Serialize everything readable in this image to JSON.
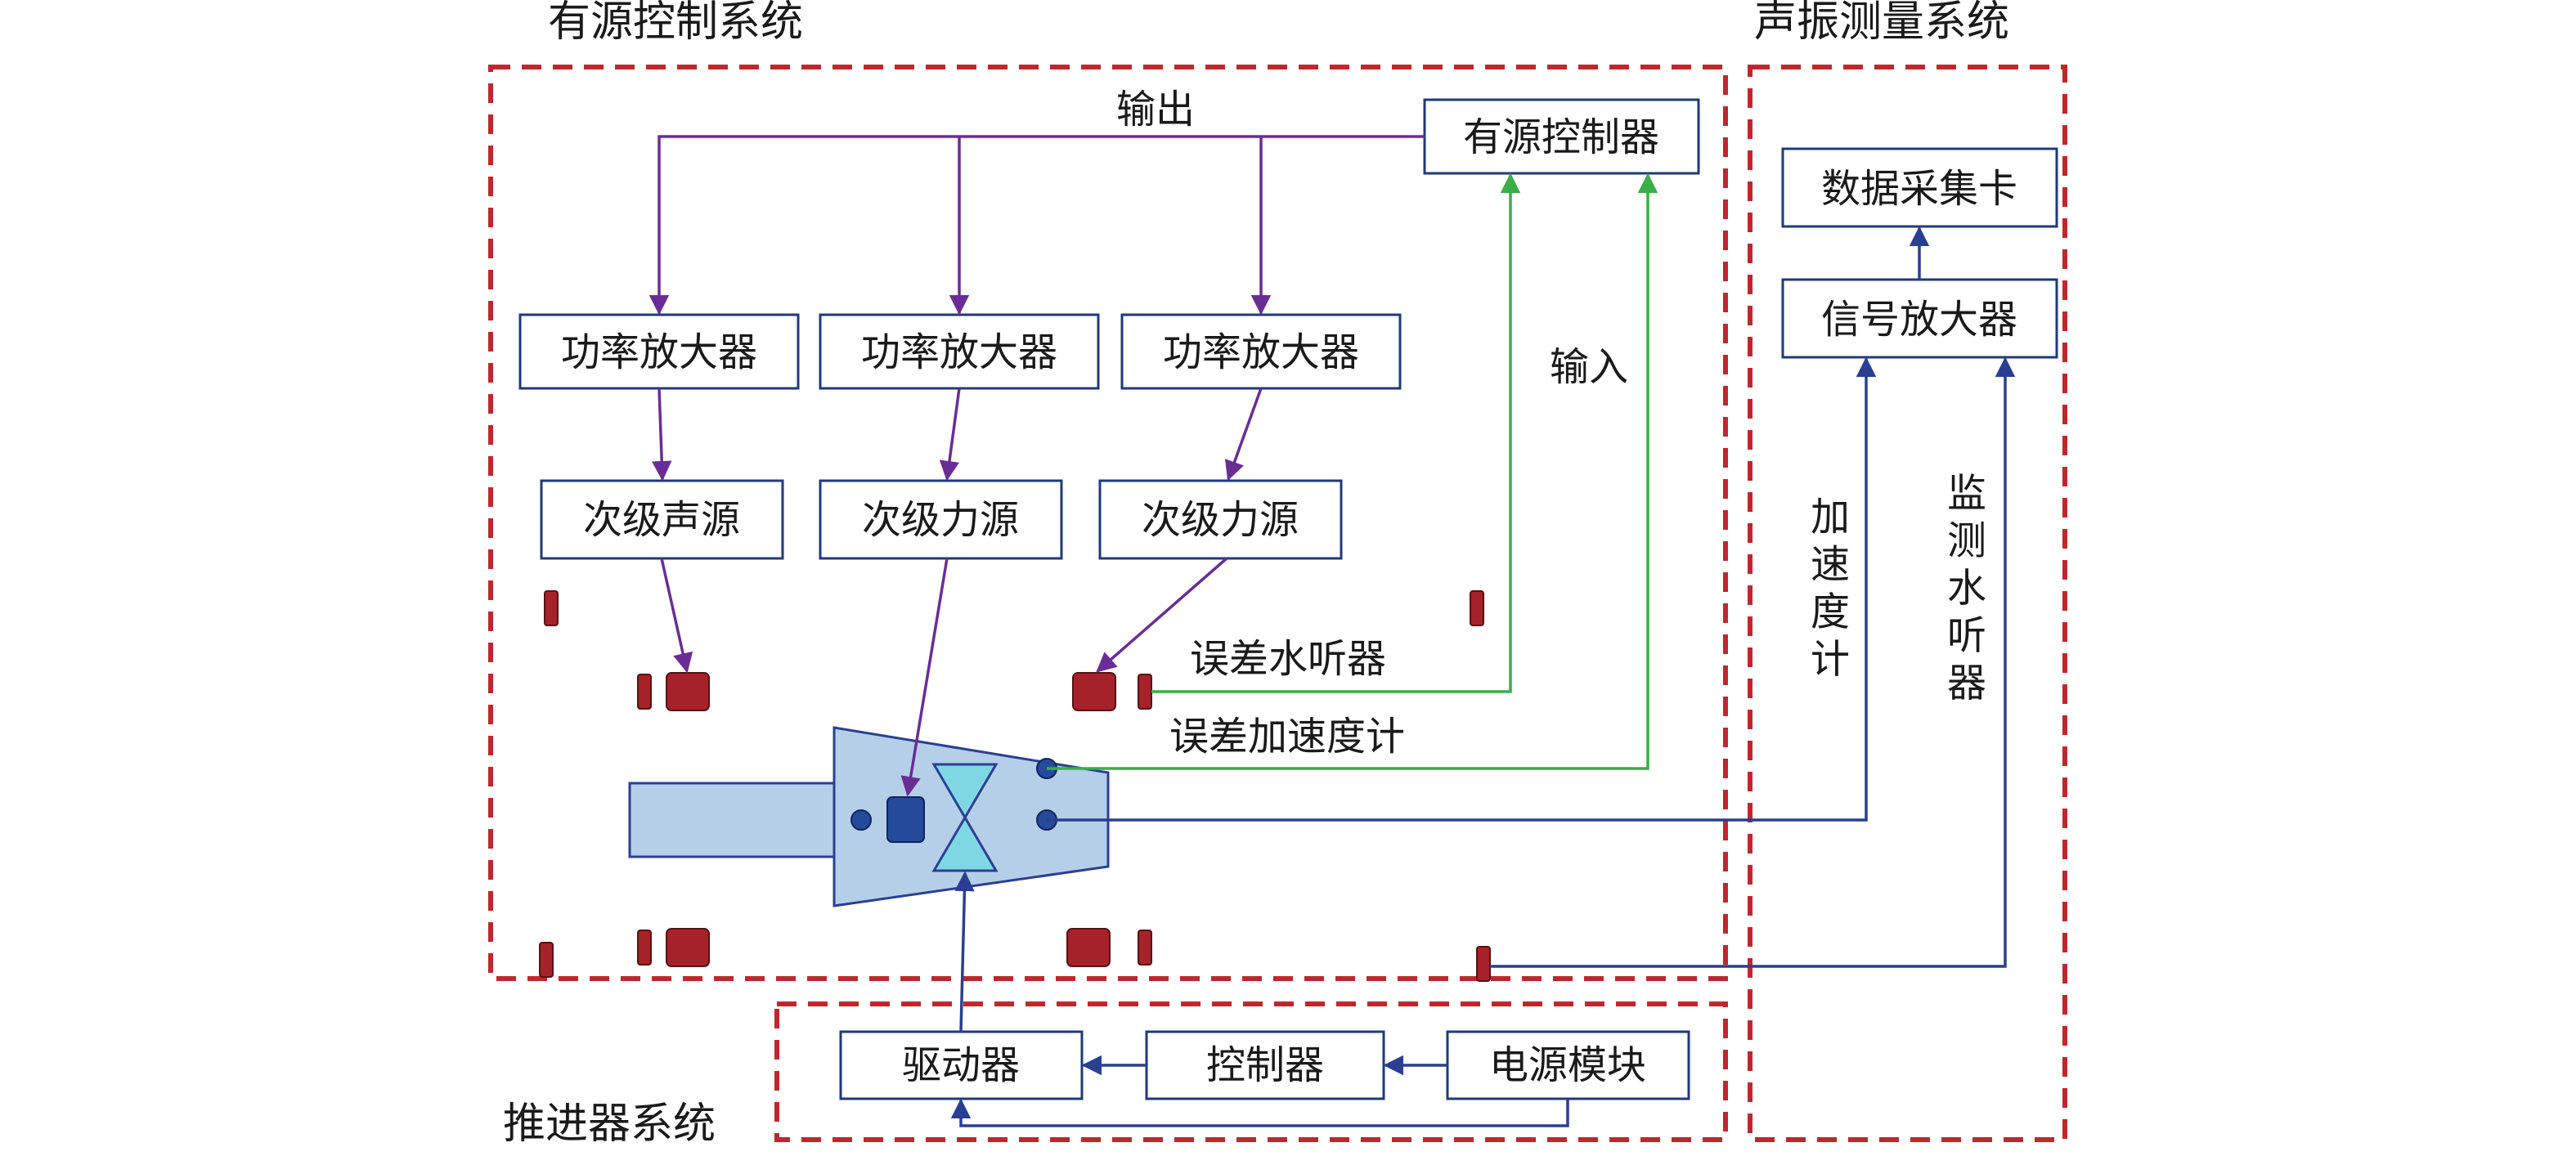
{
  "systems": {
    "active_control": "有源控制系统",
    "acoustic_measure": "声振测量系统",
    "thruster": "推进器系统"
  },
  "blocks": {
    "active_controller": "有源控制器",
    "power_amp_1": "功率放大器",
    "power_amp_2": "功率放大器",
    "power_amp_3": "功率放大器",
    "secondary_sound": "次级声源",
    "secondary_force_1": "次级力源",
    "secondary_force_2": "次级力源",
    "daq_card": "数据采集卡",
    "signal_amp": "信号放大器",
    "driver": "驱动器",
    "controller": "控制器",
    "power_module": "电源模块"
  },
  "labels": {
    "output": "输出",
    "input": "输入",
    "error_hydrophone": "误差水听器",
    "error_accelerometer": "误差加速度计",
    "accelerometer": "加速度计",
    "monitor_hydrophone": "监测水听器"
  },
  "colors": {
    "system_border": "#c0272d",
    "box_border": "#1f3a7a",
    "purple_line": "#6a2d96",
    "green_line": "#3aae49",
    "blue_line": "#2a3f92",
    "thruster_body": "#b5cfe9",
    "sensor": "#a6222a"
  }
}
